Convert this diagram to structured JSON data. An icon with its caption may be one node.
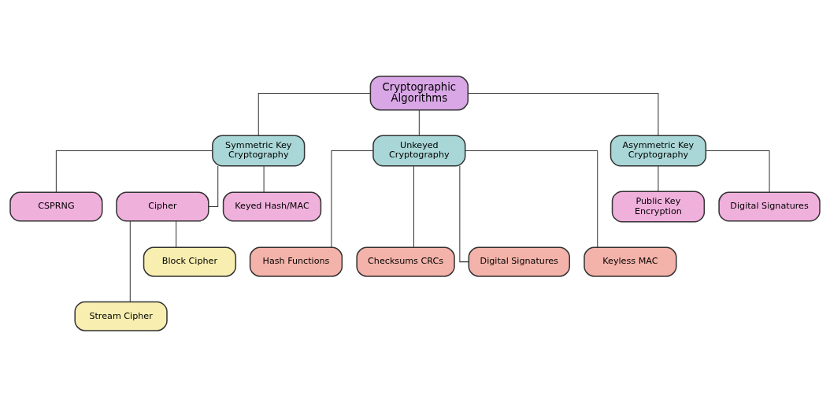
{
  "diagram": {
    "nodes": [
      {
        "text": [
          "Cryptographic Algorithms"
        ]
      },
      {
        "text": [
          "Symmetric Key Cryptography"
        ]
      },
      {
        "text": [
          "Unkeyed Cryptography"
        ]
      },
      {
        "text": [
          "Asymmetric Key Cryptography"
        ]
      },
      {
        "text": [
          "CSPRNG"
        ]
      },
      {
        "text": [
          "Cipher"
        ]
      },
      {
        "text": [
          "Keyed Hash/MAC"
        ]
      },
      {
        "text": [
          "Public Key Encryption"
        ]
      },
      {
        "text": [
          "Digital Signatures"
        ]
      },
      {
        "text": [
          "Hash Functions"
        ]
      },
      {
        "text": [
          "Checksums CRCs"
        ]
      },
      {
        "text": [
          "Digital Signatures"
        ]
      },
      {
        "text": [
          "Keyless MAC"
        ]
      },
      {
        "text": [
          "Stream Cipher"
        ]
      },
      {
        "text": [
          "Block Cipher"
        ]
      }
    ],
    "edges": [
      {
        "from": 0,
        "to": 1,
        "arrow": "none"
      },
      {
        "from": 0,
        "to": 2,
        "arrow": "none"
      },
      {
        "from": 0,
        "to": 3,
        "arrow": "none"
      },
      {
        "from": 1,
        "to": 4,
        "arrow": "none"
      },
      {
        "from": 1,
        "to": 5,
        "arrow": "none"
      },
      {
        "from": 1,
        "to": 6,
        "arrow": "none"
      },
      {
        "from": 3,
        "to": 7,
        "arrow": "none"
      },
      {
        "from": 3,
        "to": 8,
        "arrow": "none"
      },
      {
        "from": 2,
        "to": 9,
        "arrow": "none"
      },
      {
        "from": 2,
        "to": 10,
        "arrow": "none"
      },
      {
        "from": 2,
        "to": 11,
        "arrow": "none"
      },
      {
        "from": 2,
        "to": 12,
        "arrow": "none"
      },
      {
        "from": 5,
        "to": 13,
        "arrow": "none"
      },
      {
        "from": 5,
        "to": 14,
        "arrow": "none"
      }
    ]
  }
}
